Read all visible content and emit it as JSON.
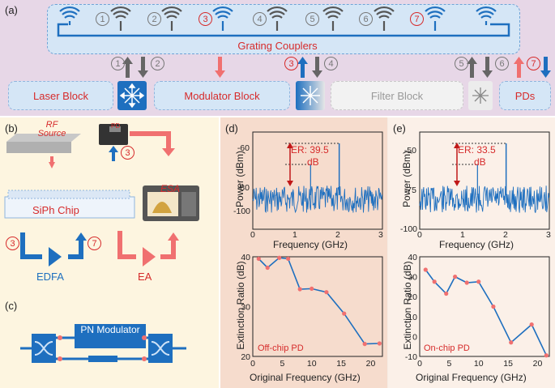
{
  "panels": {
    "a": "(a)",
    "b": "(b)",
    "c": "(c)",
    "d": "(d)",
    "e": "(e)"
  },
  "grating": {
    "title": "Grating Couplers",
    "numbers": [
      "1",
      "2",
      "3",
      "4",
      "5",
      "6",
      "7"
    ]
  },
  "blocks": {
    "laser": "Laser Block",
    "modulator": "Modulator Block",
    "filter": "Filter Block",
    "pds": "PDs"
  },
  "arrow_numbers": [
    "1",
    "2",
    "3",
    "4",
    "5",
    "6",
    "7"
  ],
  "setup": {
    "rf_source": "RF Source",
    "pd": "PD",
    "siph": "SiPh Chip",
    "esa": "ESA",
    "edfa": "EDFA",
    "ea": "EA",
    "n3a": "3",
    "n3b": "3",
    "n7": "7",
    "pn_modulator": "PN Modulator"
  },
  "spectrum_d": {
    "er": "ER: 39.5",
    "er_unit": "dB",
    "ylabel": "Power (dBm)",
    "xlabel": "Frequency (GHz)",
    "yticks": [
      "-60",
      "-80",
      "-100"
    ],
    "xticks": [
      "0",
      "1",
      "2",
      "3"
    ]
  },
  "spectrum_e": {
    "er": "ER: 33.5",
    "er_unit": "dB",
    "ylabel": "Power (dBm)",
    "xlabel": "Frequency (GHz)",
    "yticks": [
      "-50",
      "-75",
      "-100"
    ],
    "xticks": [
      "0",
      "1",
      "2",
      "3"
    ]
  },
  "chart_data": [
    {
      "type": "line",
      "title": "",
      "annotation": "Off-chip PD",
      "xlabel": "Original Frequency (GHz)",
      "ylabel": "Extinction Ratio (dB)",
      "xlim": [
        0,
        22
      ],
      "ylim": [
        20,
        40
      ],
      "xticks": [
        "0",
        "5",
        "10",
        "15",
        "20"
      ],
      "yticks": [
        "20",
        "30",
        "40"
      ],
      "x": [
        1,
        2.5,
        4.5,
        6,
        8,
        10,
        12.5,
        15.5,
        19,
        21.5
      ],
      "y": [
        39.6,
        37.8,
        39.8,
        39.6,
        33.5,
        33.6,
        32.9,
        28.6,
        22.5,
        22.6
      ]
    },
    {
      "type": "line",
      "title": "",
      "annotation": "On-chip PD",
      "xlabel": "Original Frequency (GHz)",
      "ylabel": "Extinction Ratio (dB)",
      "xlim": [
        0,
        22
      ],
      "ylim": [
        -10,
        40
      ],
      "xticks": [
        "0",
        "5",
        "10",
        "15",
        "20"
      ],
      "yticks": [
        "-10",
        "0",
        "10",
        "20",
        "30",
        "40"
      ],
      "x": [
        1,
        2.5,
        4.5,
        6,
        8,
        10,
        12.5,
        15.5,
        19,
        21.5
      ],
      "y": [
        33.5,
        27.5,
        21.5,
        30,
        27,
        27.5,
        15,
        -3,
        6,
        -9.5
      ]
    }
  ]
}
